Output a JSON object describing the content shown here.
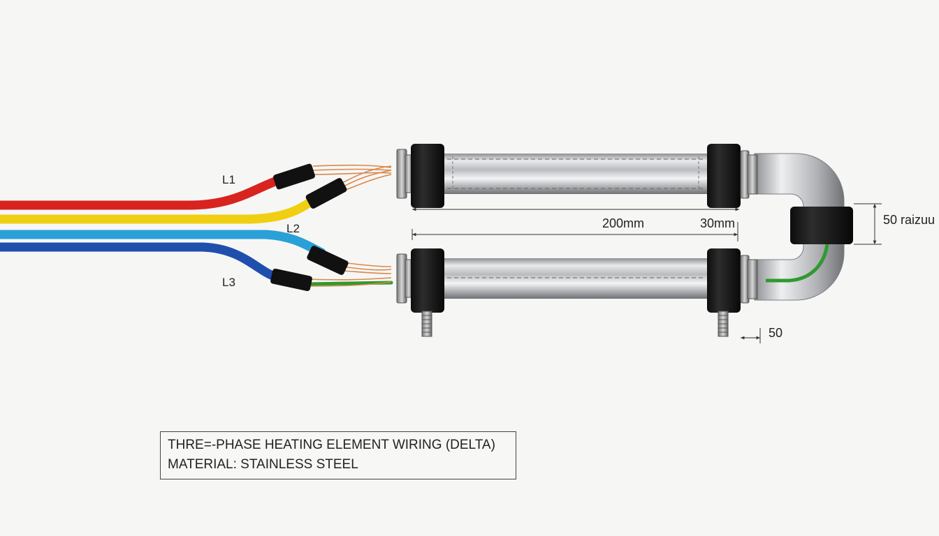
{
  "diagram": {
    "wires": [
      {
        "label": "L1",
        "color": "#d8231f"
      },
      {
        "label": "L2",
        "color": "#f0cf12"
      },
      {
        "label": "L3",
        "color": "#1f4fad"
      }
    ],
    "extra_wire_colors": [
      "#2aa0d8",
      "#2f9a2f"
    ],
    "strand_color": "#d9884a",
    "sleeve_color": "#111111",
    "dimensions": {
      "tube_length": "200mm",
      "gap_length": "30mm",
      "bend_height": "50 raizuu",
      "terminal_offset": "50"
    }
  },
  "caption": {
    "line1": "THRE=-PHASE HEATING ELEMENT WIRING (DELTA)",
    "line2": " MATERIAL: STAINLESS STEEL"
  }
}
